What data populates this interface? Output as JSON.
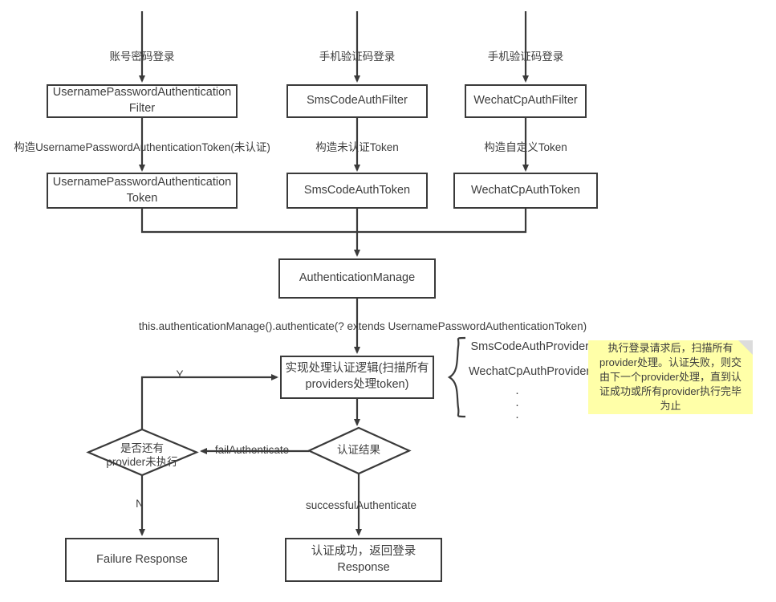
{
  "diagram": {
    "title": "Spring Security 多方式登录认证流程图",
    "background": "#ffffff",
    "line_color": "#3a3a3a",
    "text_color": "#3d3d3d",
    "note_color": "#ffffa8"
  },
  "nodes": {
    "filter_upa": "UsernamePasswordAuthentication\nFilter",
    "filter_sms": "SmsCodeAuthFilter",
    "filter_wechat": "WechatCpAuthFilter",
    "token_upa": "UsernamePasswordAuthentication\nToken",
    "token_sms": "SmsCodeAuthToken",
    "token_wechat": "WechatCpAuthToken",
    "auth_manager": "AuthenticationManage",
    "provider_logic": "实现处理认证逻辑(扫描所有\nproviders处理token)",
    "failure_response": "Failure Response",
    "success_response": "认证成功，返回登录\nResponse"
  },
  "decisions": {
    "has_more_provider_line1": "是否还有",
    "has_more_provider_line2": "provider未执行",
    "auth_result": "认证结果"
  },
  "edge_labels": {
    "login_password": "账号密码登录",
    "login_sms": "手机验证码登录",
    "login_wechat": "手机验证码登录",
    "build_upa_token": "构造UsernamePasswordAuthenticationToken(未认证)",
    "build_unauth_token": "构造未认证Token",
    "build_custom_token": "构造自定义Token",
    "authenticate_call": "this.authenticationManage().authenticate(? extends UsernamePasswordAuthenticationToken)",
    "fail_authenticate": "failAuthenticate",
    "successful_authenticate": "successfulAuthenticate",
    "yes": "Y",
    "no": "N"
  },
  "providers": {
    "items": [
      "SmsCodeAuthProvider",
      "WechatCpAuthProvider"
    ],
    "ellipsis": [
      "·",
      "·",
      "·"
    ]
  },
  "note": {
    "text": "执行登录请求后，扫描所有provider处理。认证失败，则交由下一个provider处理，直到认证成功或所有provider执行完毕为止"
  }
}
